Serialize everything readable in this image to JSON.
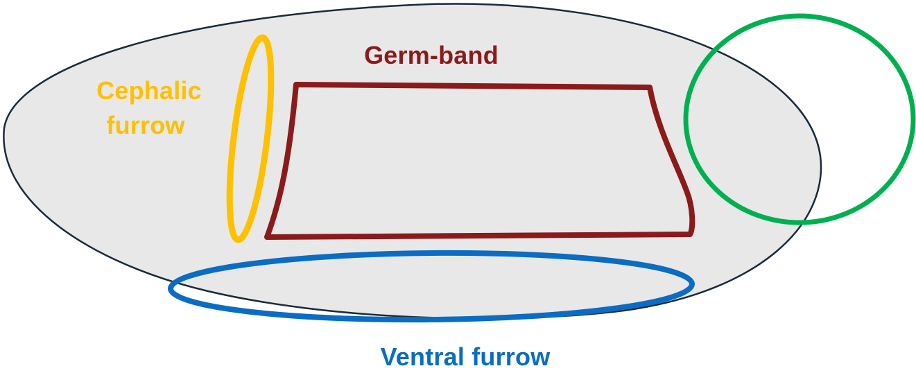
{
  "labels": {
    "cephalic_line1": "Cephalic",
    "cephalic_line2": "furrow",
    "germ_band": "Germ-band",
    "ventral_furrow": "Ventral furrow"
  },
  "colors": {
    "embryo_fill": "#e8e8e8",
    "embryo_stroke": "#1a2a3a",
    "cephalic": "#ffc000",
    "germ_band": "#8b1a1a",
    "ventral": "#0a6cc2",
    "posterior": "#00b050"
  }
}
